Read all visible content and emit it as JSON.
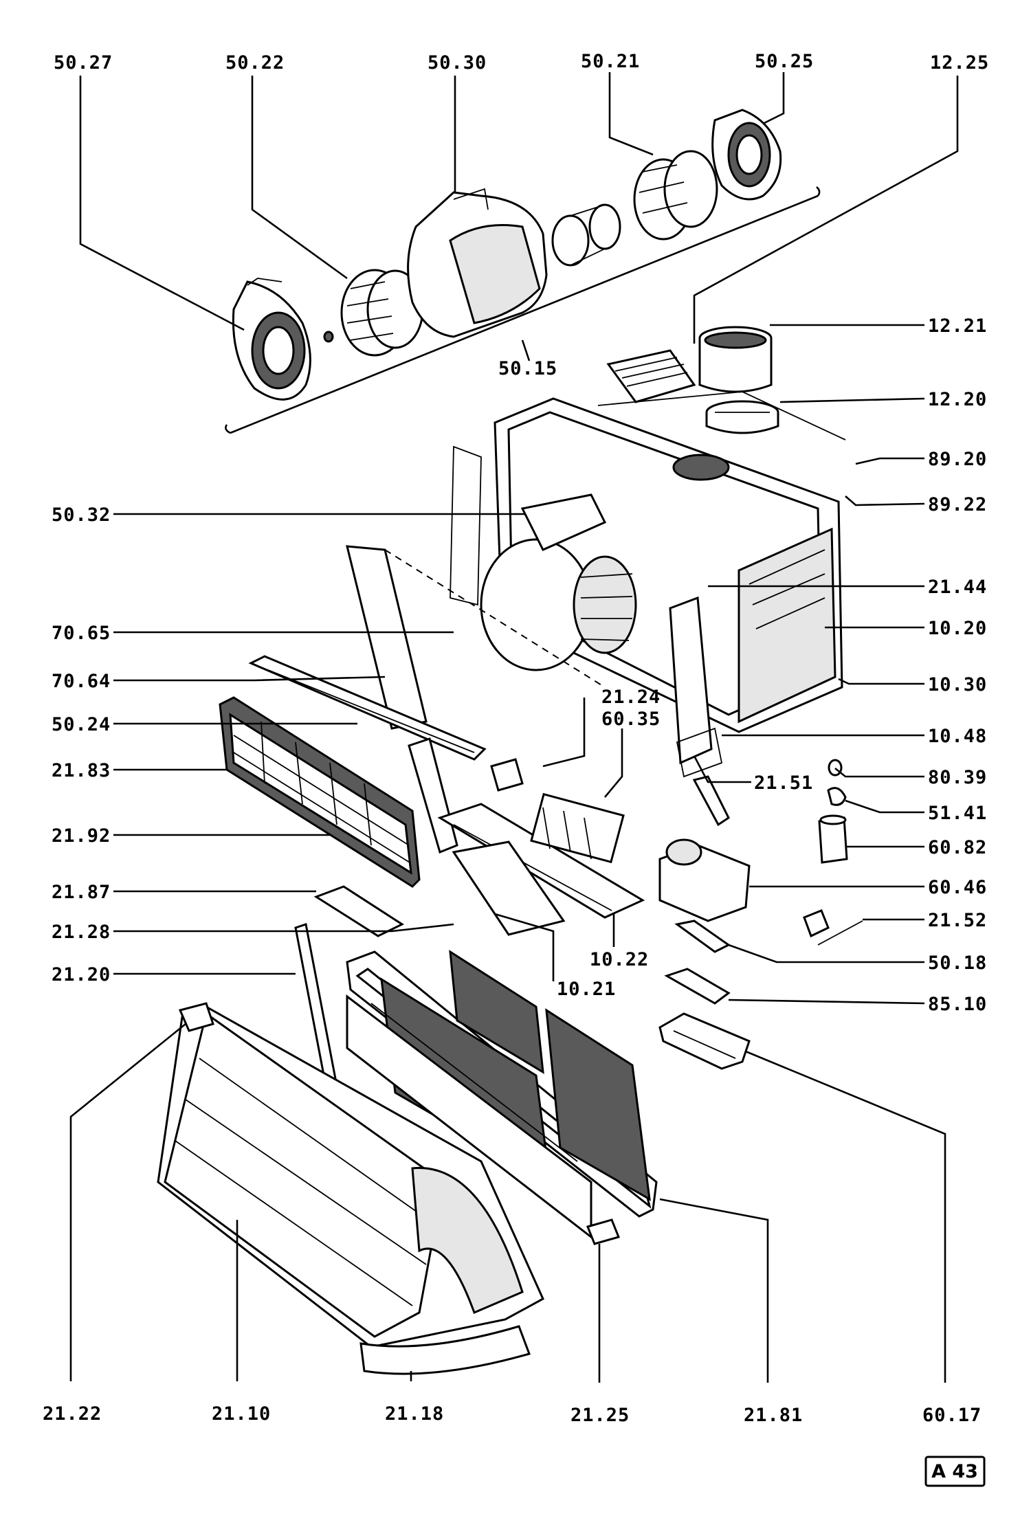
{
  "diagram": {
    "reference": "A 43",
    "labels_top": [
      "50.27",
      "50.22",
      "50.30",
      "50.21",
      "50.25",
      "12.25"
    ],
    "label_motor_group": "50.15",
    "labels_right": [
      "12.21",
      "12.20",
      "89.20",
      "89.22",
      "21.44",
      "10.20",
      "10.30",
      "10.48",
      "80.39",
      "51.41",
      "60.82",
      "60.46",
      "21.52",
      "50.18",
      "85.10"
    ],
    "labels_left": [
      "50.32",
      "70.65",
      "70.64",
      "50.24",
      "21.83",
      "21.92",
      "21.87",
      "21.28",
      "21.20"
    ],
    "labels_center": [
      "21.24",
      "60.35",
      "21.51",
      "10.22",
      "10.21"
    ],
    "labels_bottom": [
      "21.22",
      "21.10",
      "21.18",
      "21.25",
      "21.81",
      "60.17"
    ]
  }
}
